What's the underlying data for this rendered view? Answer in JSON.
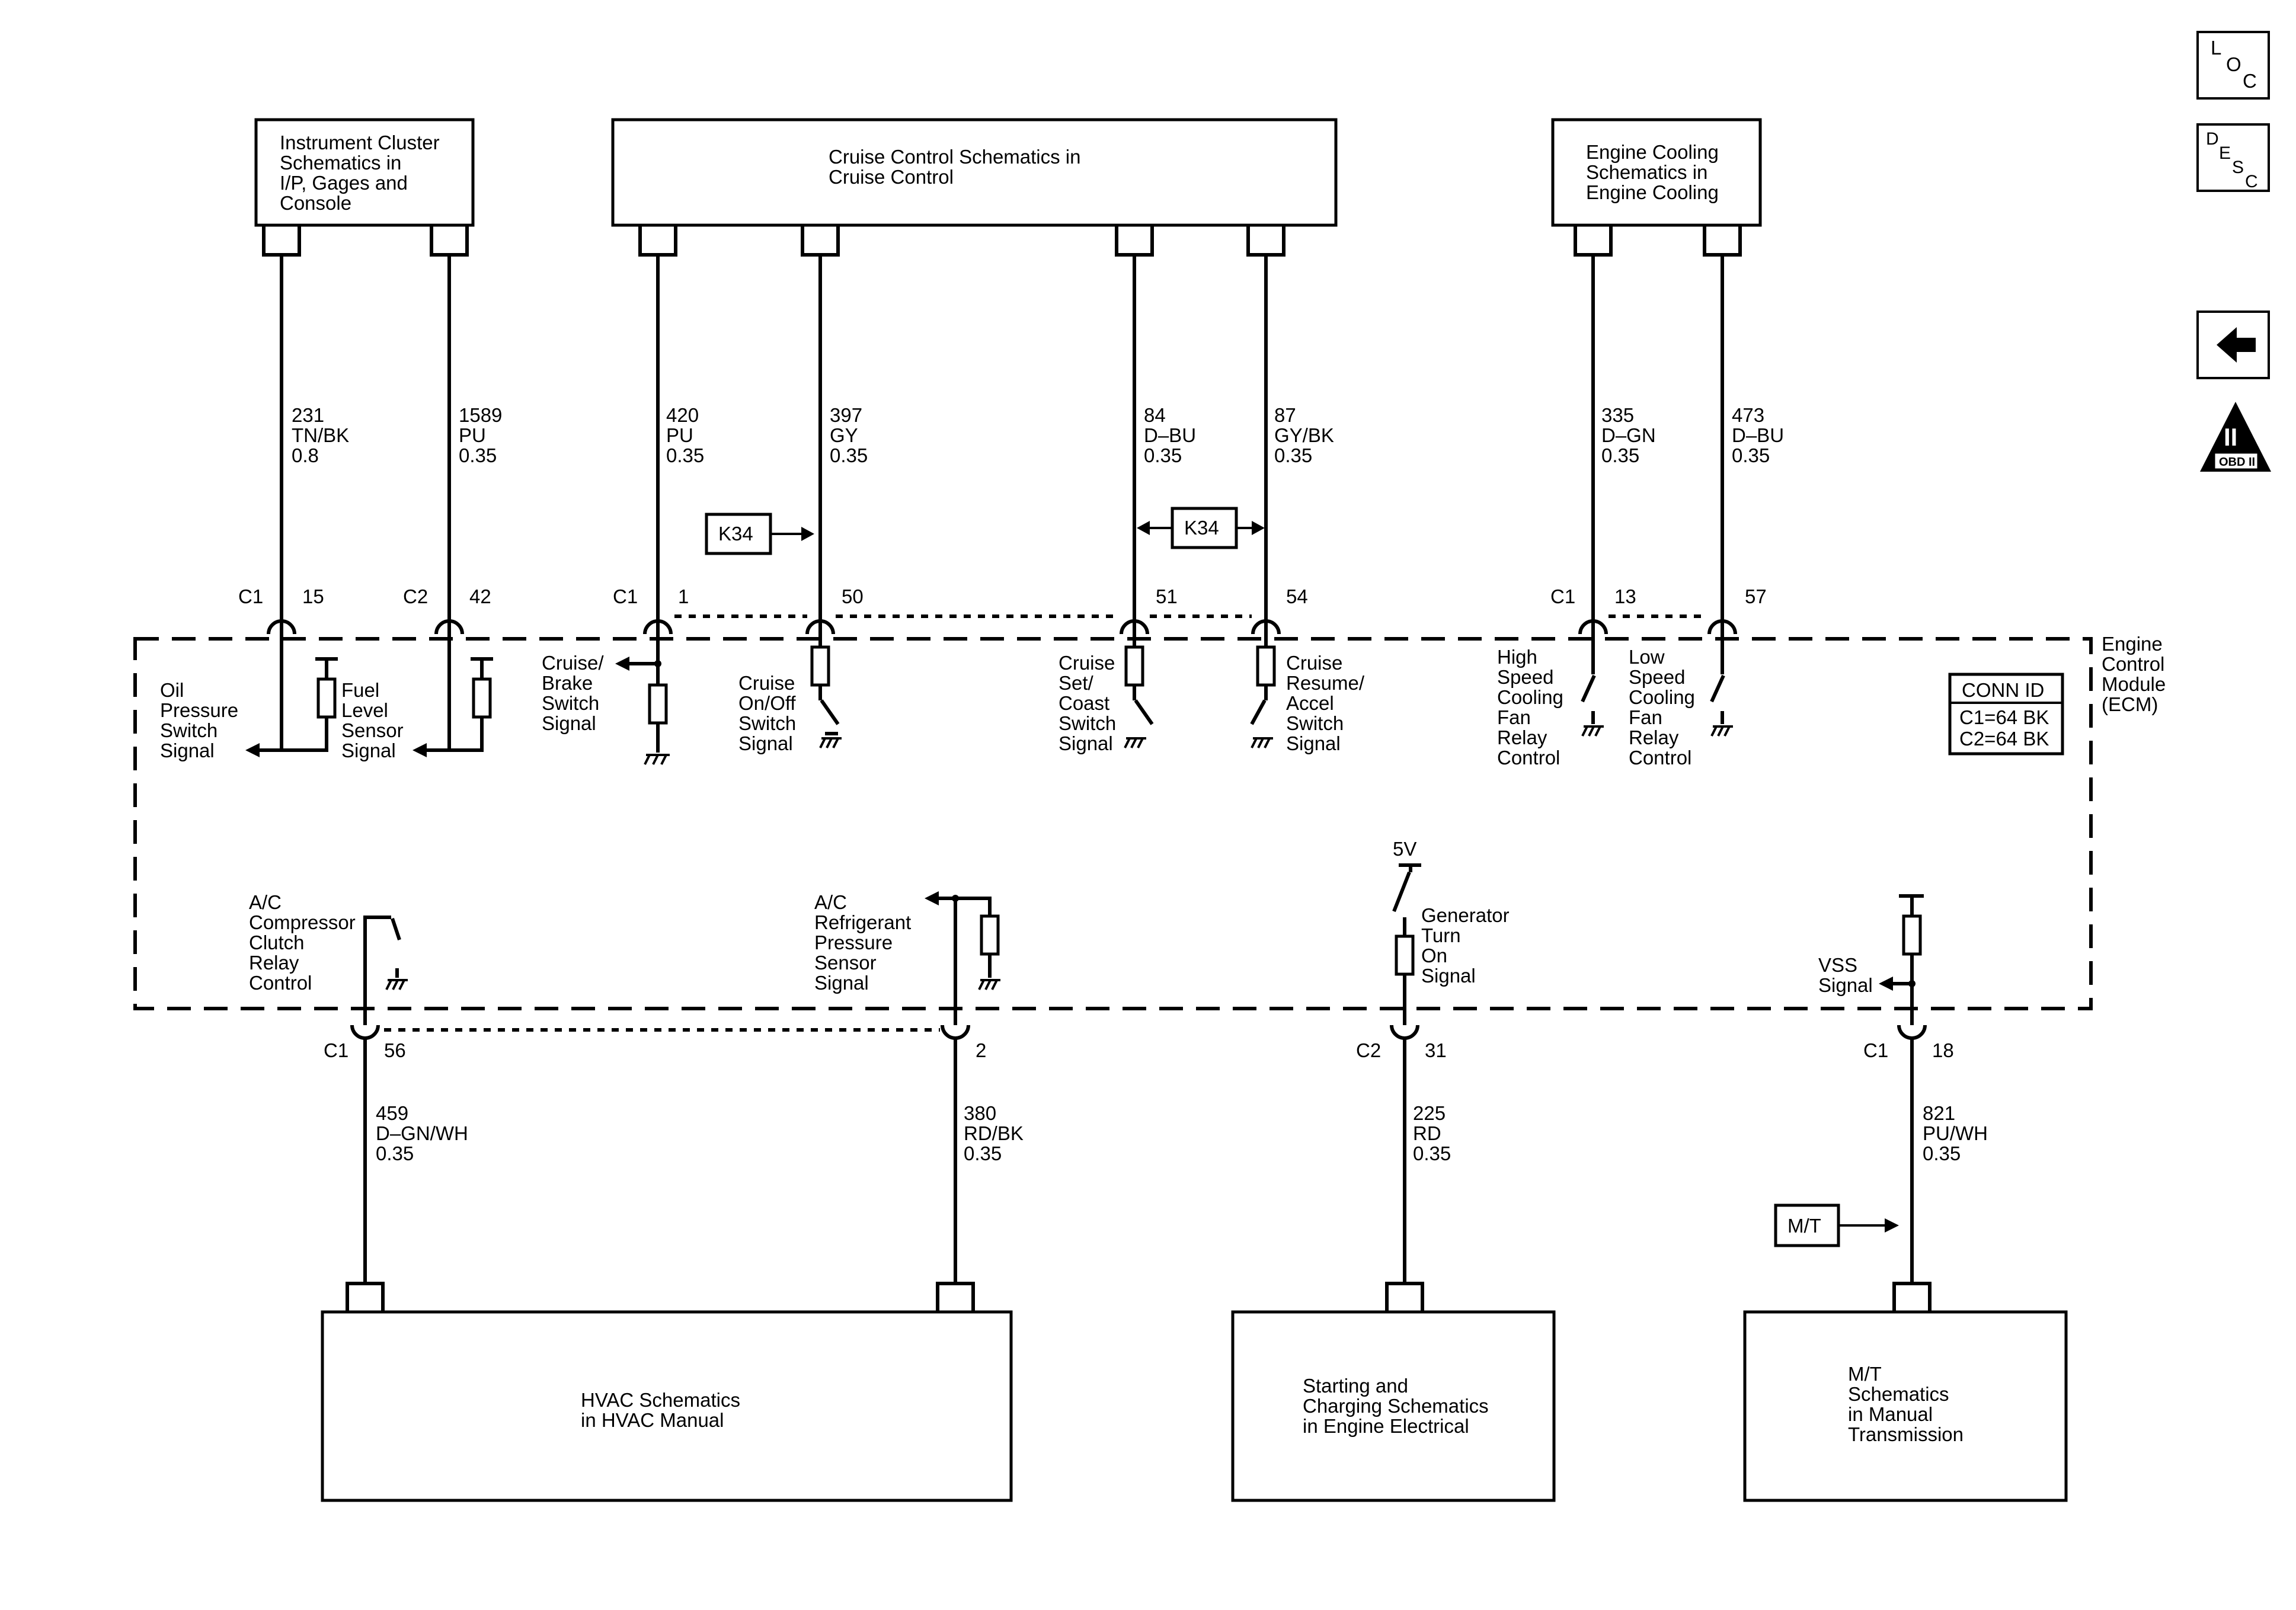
{
  "boxes": {
    "instrument_cluster": [
      "Instrument Cluster",
      "Schematics in",
      "I/P, Gages and",
      "Console"
    ],
    "cruise_control": [
      "Cruise Control Schematics in",
      "Cruise Control"
    ],
    "engine_cooling": [
      "Engine Cooling",
      "Schematics in",
      "Engine Cooling"
    ],
    "hvac": [
      "HVAC Schematics",
      "in HVAC Manual"
    ],
    "starting_charging": [
      "Starting and",
      "Charging Schematics",
      "in Engine Electrical"
    ],
    "mt": [
      "M/T",
      "Schematics",
      "in Manual",
      "Transmission"
    ]
  },
  "ecm": {
    "label": [
      "Engine",
      "Control",
      "Module",
      "(ECM)"
    ],
    "conn_id_title": "CONN ID",
    "conn_id_lines": [
      "C1=64 BK",
      "C2=64 BK"
    ]
  },
  "wires": {
    "w231": [
      "231",
      "TN/BK",
      "0.8"
    ],
    "w1589": [
      "1589",
      "PU",
      "0.35"
    ],
    "w420": [
      "420",
      "PU",
      "0.35"
    ],
    "w397": [
      "397",
      "GY",
      "0.35"
    ],
    "w84": [
      "84",
      "D–BU",
      "0.35"
    ],
    "w87": [
      "87",
      "GY/BK",
      "0.35"
    ],
    "w335": [
      "335",
      "D–GN",
      "0.35"
    ],
    "w473": [
      "473",
      "D–BU",
      "0.35"
    ],
    "w459": [
      "459",
      "D–GN/WH",
      "0.35"
    ],
    "w380": [
      "380",
      "RD/BK",
      "0.35"
    ],
    "w225": [
      "225",
      "RD",
      "0.35"
    ],
    "w821": [
      "821",
      "PU/WH",
      "0.35"
    ]
  },
  "connectors": {
    "c15": {
      "conn": "C1",
      "pin": "15"
    },
    "c42": {
      "conn": "C2",
      "pin": "42"
    },
    "c1": {
      "conn": "C1",
      "pin": "1"
    },
    "c50": {
      "pin": "50"
    },
    "c51": {
      "pin": "51"
    },
    "c54": {
      "pin": "54"
    },
    "c13": {
      "conn": "C1",
      "pin": "13"
    },
    "c57": {
      "pin": "57"
    },
    "c56": {
      "conn": "C1",
      "pin": "56"
    },
    "c2": {
      "pin": "2"
    },
    "c31": {
      "conn": "C2",
      "pin": "31"
    },
    "c18": {
      "conn": "C1",
      "pin": "18"
    }
  },
  "signals": {
    "oil": [
      "Oil",
      "Pressure",
      "Switch",
      "Signal"
    ],
    "fuel": [
      "Fuel",
      "Level",
      "Sensor",
      "Signal"
    ],
    "cruise_brake": [
      "Cruise/",
      "Brake",
      "Switch",
      "Signal"
    ],
    "cruise_onoff": [
      "Cruise",
      "On/Off",
      "Switch",
      "Signal"
    ],
    "cruise_set": [
      "Cruise",
      "Set/",
      "Coast",
      "Switch",
      "Signal"
    ],
    "cruise_resume": [
      "Cruise",
      "Resume/",
      "Accel",
      "Switch",
      "Signal"
    ],
    "high_speed_fan": [
      "High",
      "Speed",
      "Cooling",
      "Fan",
      "Relay",
      "Control"
    ],
    "low_speed_fan": [
      "Low",
      "Speed",
      "Cooling",
      "Fan",
      "Relay",
      "Control"
    ],
    "ac_compressor": [
      "A/C",
      "Compressor",
      "Clutch",
      "Relay",
      "Control"
    ],
    "ac_refrigerant": [
      "A/C",
      "Refrigerant",
      "Pressure",
      "Sensor",
      "Signal"
    ],
    "generator": [
      "Generator",
      "Turn",
      "On",
      "Signal"
    ],
    "generator_voltage": "5V",
    "vss": [
      "VSS",
      "Signal"
    ]
  },
  "options": {
    "k34_left": "K34",
    "k34_right": "K34",
    "mt": "M/T"
  },
  "nav": {
    "loc": {
      "l": "L",
      "o": "O",
      "c": "C"
    },
    "desc": {
      "d": "D",
      "e": "E",
      "s": "S",
      "c": "C"
    },
    "obd": {
      "numeral": "II",
      "label": "OBD II"
    }
  }
}
